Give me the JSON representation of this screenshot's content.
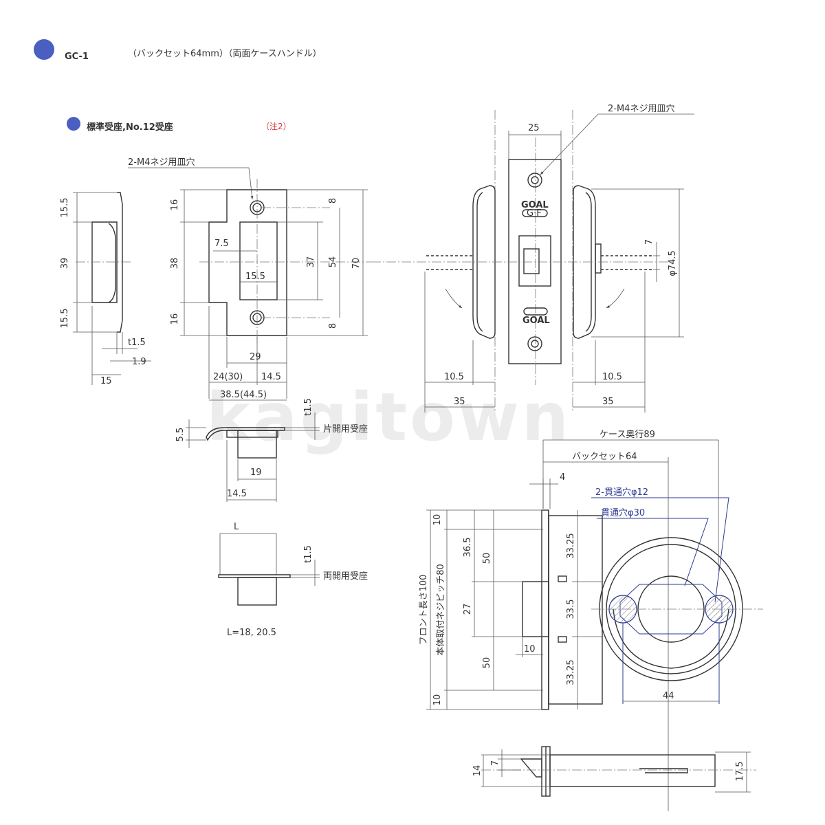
{
  "header": {
    "title": "GC-1",
    "subtitle": "（バックセット64mm）（両面ケースハンドル）"
  },
  "section": {
    "title": "標準受座,No.12受座",
    "note": "（注2）"
  },
  "labels": {
    "screw_hole_a": "2-M4ネジ用皿穴",
    "screw_hole_b": "2-M4ネジ用皿穴",
    "single_strike": "片開用受座",
    "double_strike": "両開用受座",
    "l_values": "L=18, 20.5",
    "l_label": "L",
    "case_depth": "ケース奥行89",
    "backset": "バックセット64",
    "through_hole_12": "2-貫通穴φ12",
    "through_hole_30": "貫通穴φ30",
    "front_length": "フロント長さ100",
    "screw_pitch": "本体取付ネジピッチ80",
    "brand_top": "GOAL",
    "brand_sub": "G·F",
    "brand_bottom": "GOAL",
    "watermark": "kagitown"
  },
  "dims": {
    "side_15_5a": "15.5",
    "side_39": "39",
    "side_15_5b": "15.5",
    "t1_5a": "t1.5",
    "d1_9": "1.9",
    "d15": "15",
    "f16a": "16",
    "f38": "38",
    "f16b": "16",
    "f7_5": "7.5",
    "f15_5": "15.5",
    "f37": "37",
    "f54": "54",
    "f70": "70",
    "f8a": "8",
    "f8b": "8",
    "f29": "29",
    "f24_30": "24(30)",
    "f14_5a": "14.5",
    "f38_5": "38.5(44.5)",
    "t1_5b": "t1.5",
    "d5_5": "5.5",
    "d19": "19",
    "d14_5b": "14.5",
    "t1_5c": "t1.5",
    "m25": "25",
    "m7": "7",
    "m74_5": "φ74.5",
    "m10_5a": "10.5",
    "m10_5b": "10.5",
    "m35a": "35",
    "m35b": "35",
    "b4": "4",
    "b10a": "10",
    "b36_5": "36.5",
    "b50a": "50",
    "b27": "27",
    "b50b": "50",
    "b10b": "10",
    "b33_25a": "33.25",
    "b33_5": "33.5",
    "b33_25b": "33.25",
    "b10c": "10",
    "b44": "44",
    "c14": "14",
    "c7": "7",
    "c17_5": "17.5"
  },
  "colors": {
    "bullet": "#4a5fc1",
    "blue_line": "#2e3a94",
    "note_red": "#d9373b",
    "line": "#333333"
  }
}
